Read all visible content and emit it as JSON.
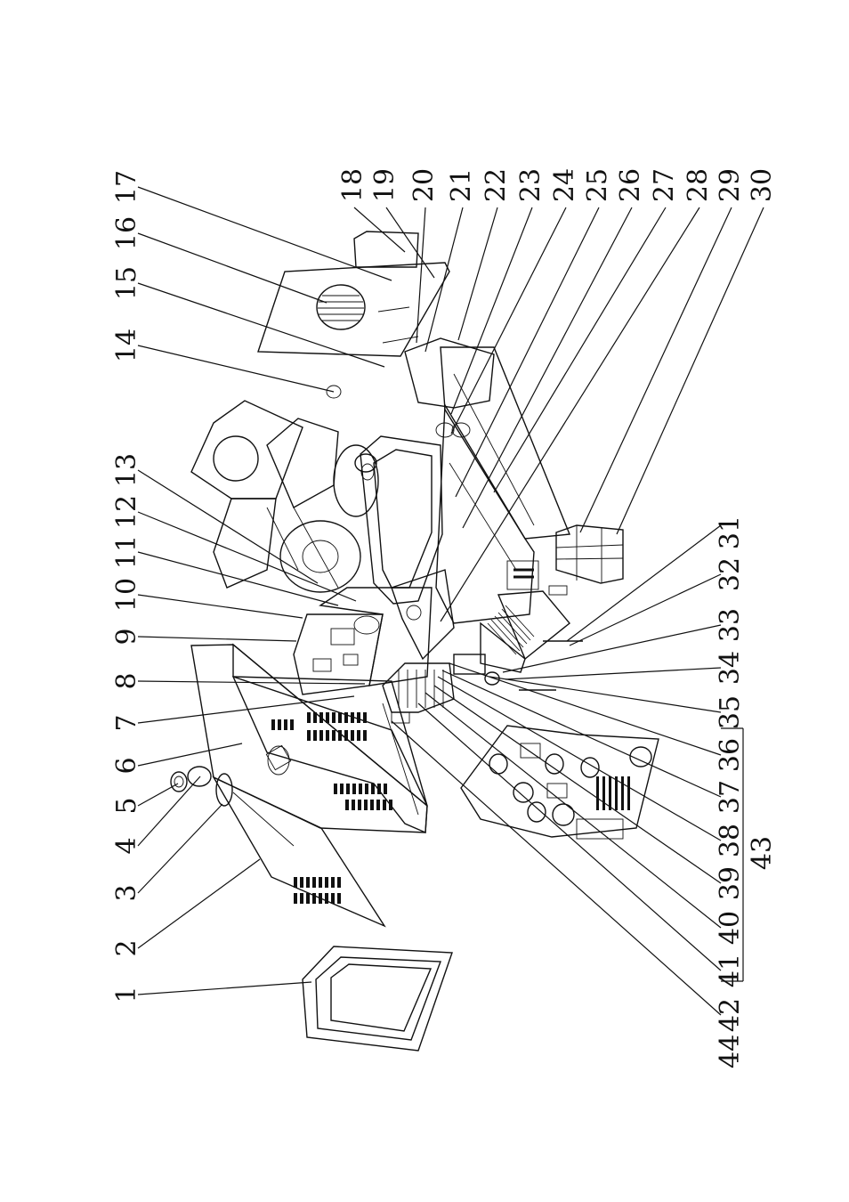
{
  "labels_top": [
    "13",
    "12",
    "11",
    "10",
    "9",
    "8",
    "7",
    "6",
    "5",
    "4",
    "3",
    "2",
    "1",
    "14",
    "15",
    "16",
    "17",
    "18",
    "19",
    "20",
    "21",
    "22",
    "23",
    "24",
    "25",
    "26",
    "27",
    "28",
    "29",
    "30"
  ],
  "labels_bottom": [
    "31",
    "32",
    "33",
    "34",
    "35",
    "36",
    "37",
    "38",
    "39",
    "40",
    "41",
    "42",
    "44"
  ],
  "group_label": "43"
}
